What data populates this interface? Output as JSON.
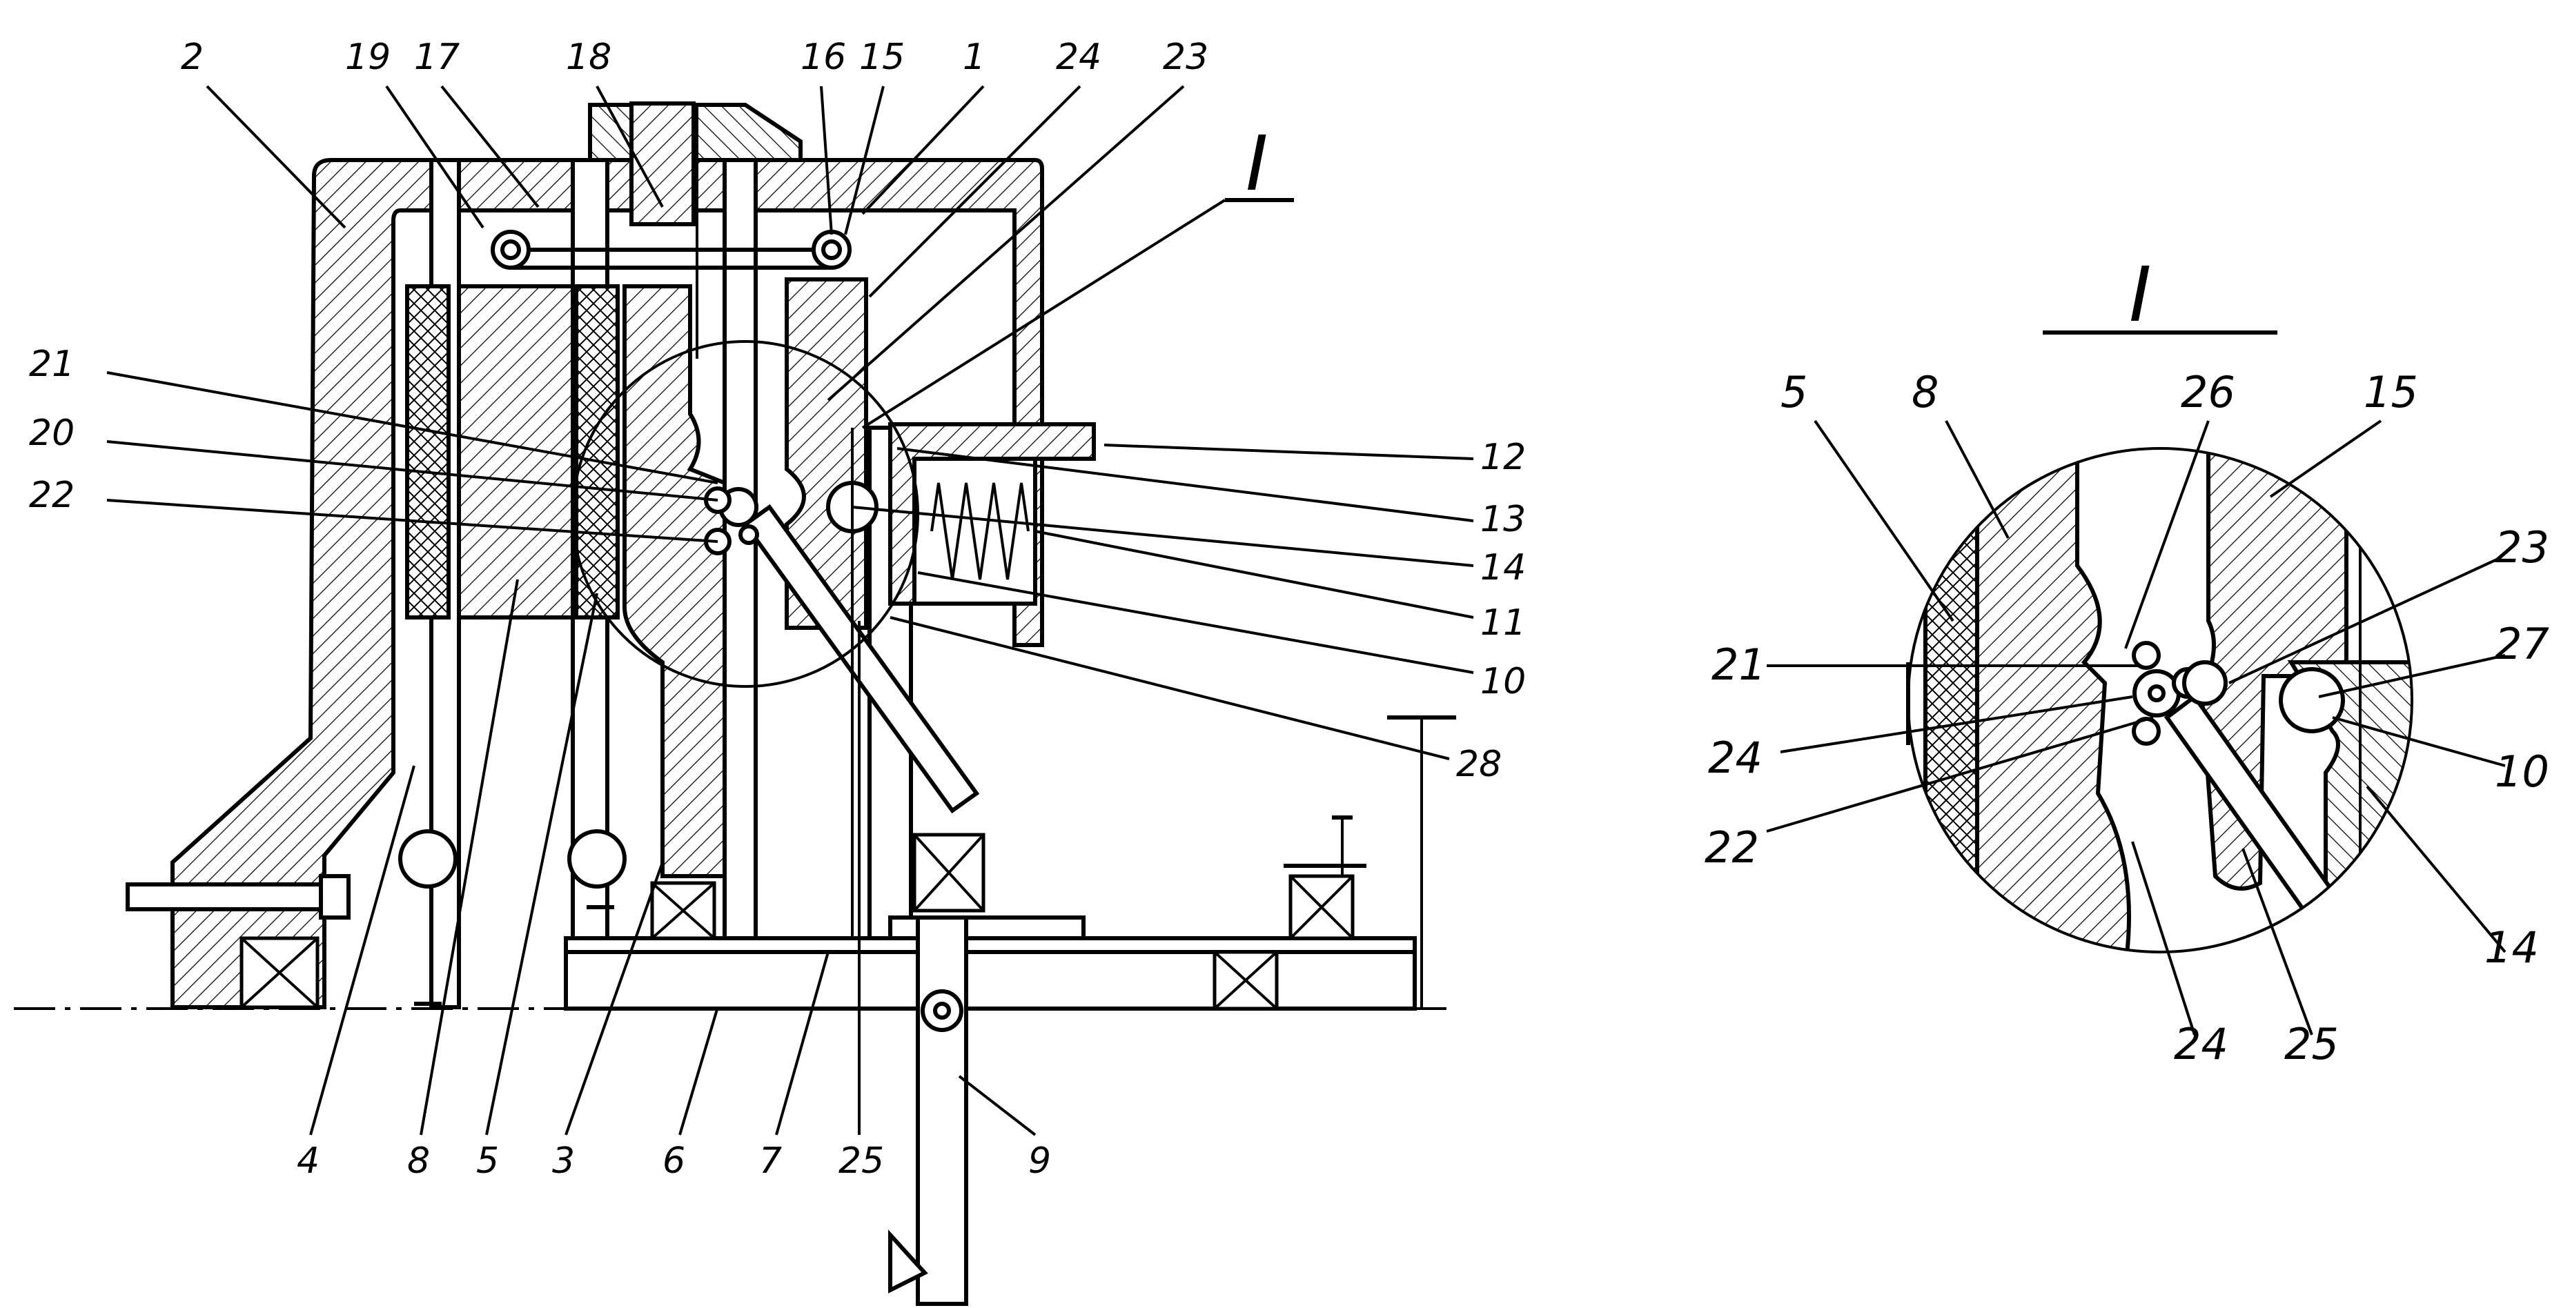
{
  "main_view": {
    "labels": {
      "l1": "1",
      "l2": "2",
      "l3": "3",
      "l4": "4",
      "l5": "5",
      "l6": "6",
      "l7": "7",
      "l8": "8",
      "l9": "9",
      "l10": "10",
      "l11": "11",
      "l12": "12",
      "l13": "13",
      "l14": "14",
      "l15": "15",
      "l16": "16",
      "l17": "17",
      "l18": "18",
      "l19": "19",
      "l20": "20",
      "l21": "21",
      "l22": "22",
      "l23": "23",
      "l24": "24",
      "l25": "25",
      "l28": "28"
    },
    "detail_marker": "I"
  },
  "detail_view": {
    "title": "I",
    "labels": {
      "l5": "5",
      "l8": "8",
      "l26": "26",
      "l15": "15",
      "l23": "23",
      "l27": "27",
      "l21": "21",
      "l24a": "24",
      "l10": "10",
      "l22": "22",
      "l14": "14",
      "l24b": "24",
      "l25": "25"
    }
  }
}
